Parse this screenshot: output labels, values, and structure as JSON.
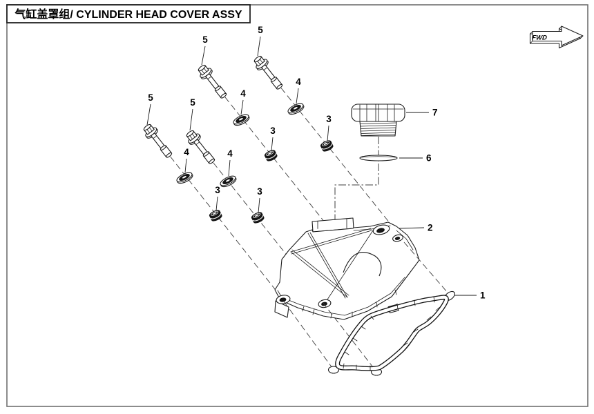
{
  "title": "气缸盖罩组/ CYLINDER HEAD COVER ASSY",
  "direction_indicator": "FWD",
  "callouts": {
    "gasket": "1",
    "cover": "2",
    "grommet": "3",
    "washer": "4",
    "bolt": "5",
    "o_ring": "6",
    "filler_cap": "7"
  }
}
